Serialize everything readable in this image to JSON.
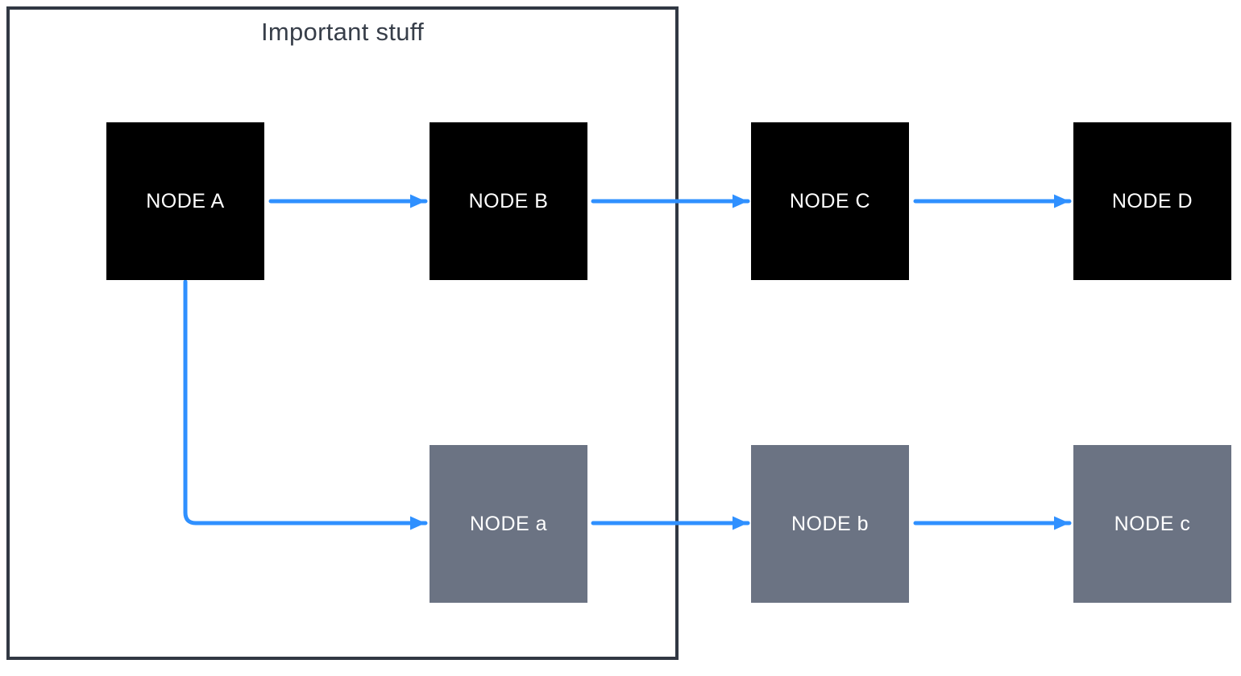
{
  "diagram": {
    "group": {
      "title": "Important stuff"
    },
    "nodes": [
      {
        "id": "A",
        "label": "NODE A",
        "variant": "black"
      },
      {
        "id": "B",
        "label": "NODE B",
        "variant": "black"
      },
      {
        "id": "C",
        "label": "NODE C",
        "variant": "black"
      },
      {
        "id": "D",
        "label": "NODE D",
        "variant": "black"
      },
      {
        "id": "a",
        "label": "NODE a",
        "variant": "gray"
      },
      {
        "id": "b",
        "label": "NODE b",
        "variant": "gray"
      },
      {
        "id": "c",
        "label": "NODE c",
        "variant": "gray"
      }
    ],
    "edges": [
      {
        "from": "NODE A",
        "to": "NODE B"
      },
      {
        "from": "NODE B",
        "to": "NODE C"
      },
      {
        "from": "NODE C",
        "to": "NODE D"
      },
      {
        "from": "NODE A",
        "to": "NODE a"
      },
      {
        "from": "NODE a",
        "to": "NODE b"
      },
      {
        "from": "NODE b",
        "to": "NODE c"
      }
    ],
    "colors": {
      "node_black": "#000000",
      "node_gray": "#6b7383",
      "arrow": "#2f90ff",
      "frame_border": "#313843",
      "title_text": "#373e49",
      "node_text": "#ffffff"
    }
  }
}
